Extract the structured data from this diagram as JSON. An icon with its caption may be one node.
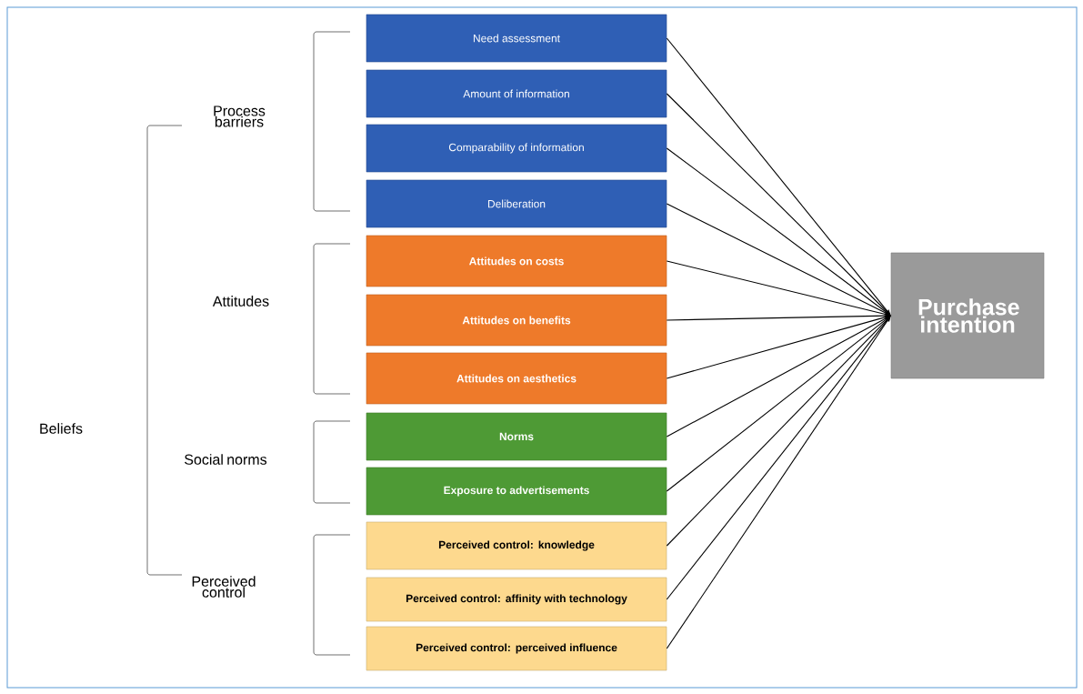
{
  "diagram": {
    "nodes": [
      {
        "text": [
          "Need assessment"
        ]
      },
      {
        "text": [
          "Amount of information"
        ]
      },
      {
        "text": [
          "Comparability of information"
        ]
      },
      {
        "text": [
          "Deliberation"
        ]
      },
      {
        "text": [
          "Attitudes on costs"
        ]
      },
      {
        "text": [
          "Attitudes on benefits"
        ]
      },
      {
        "text": [
          "Attitudes on aesthetics"
        ]
      },
      {
        "text": [
          "Norms"
        ]
      },
      {
        "text": [
          "Exposure to advertisements"
        ]
      },
      {
        "text": [
          "Perceived control: knowledge"
        ]
      },
      {
        "text": [
          "Perceived control: affinity with technology"
        ]
      },
      {
        "text": [
          "Perceived control: perceived influence"
        ]
      },
      {
        "text": [
          "Purchase intention"
        ]
      }
    ],
    "edges": [
      {
        "from": 0,
        "to": 12,
        "arrow": "to"
      },
      {
        "from": 1,
        "to": 12,
        "arrow": "to"
      },
      {
        "from": 2,
        "to": 12,
        "arrow": "to"
      },
      {
        "from": 3,
        "to": 12,
        "arrow": "to"
      },
      {
        "from": 4,
        "to": 12,
        "arrow": "to"
      },
      {
        "from": 5,
        "to": 12,
        "arrow": "to"
      },
      {
        "from": 6,
        "to": 12,
        "arrow": "to"
      },
      {
        "from": 7,
        "to": 12,
        "arrow": "to"
      },
      {
        "from": 8,
        "to": 12,
        "arrow": "to"
      },
      {
        "from": 9,
        "to": 12,
        "arrow": "to"
      },
      {
        "from": 10,
        "to": 12,
        "arrow": "to"
      },
      {
        "from": 11,
        "to": 12,
        "arrow": "to"
      }
    ],
    "labels": [
      "Process barriers",
      "Attitudes",
      "Beliefs",
      "Social norms",
      "Perceived control"
    ]
  }
}
